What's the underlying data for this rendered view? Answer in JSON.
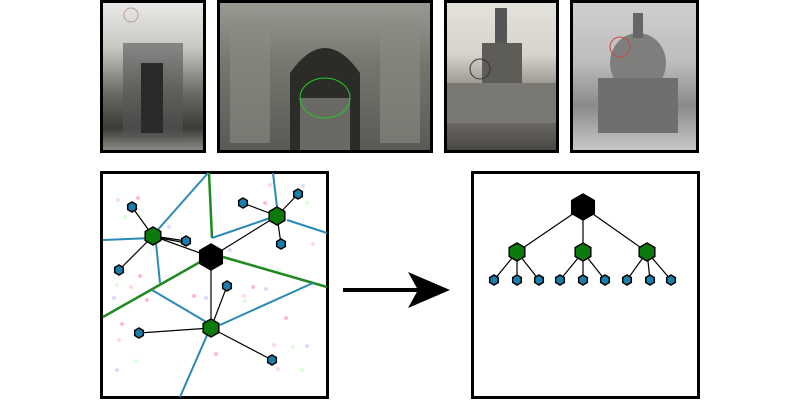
{
  "colors": {
    "root": "#000000",
    "cluster": "#0a7a0a",
    "leaf": "#1a7fae",
    "voronoi_primary": "#1f8a1f",
    "voronoi_secondary": "#2a8ab5"
  },
  "tree": {
    "root_count": 1,
    "cluster_count": 3,
    "leaves_per_cluster": 3
  }
}
